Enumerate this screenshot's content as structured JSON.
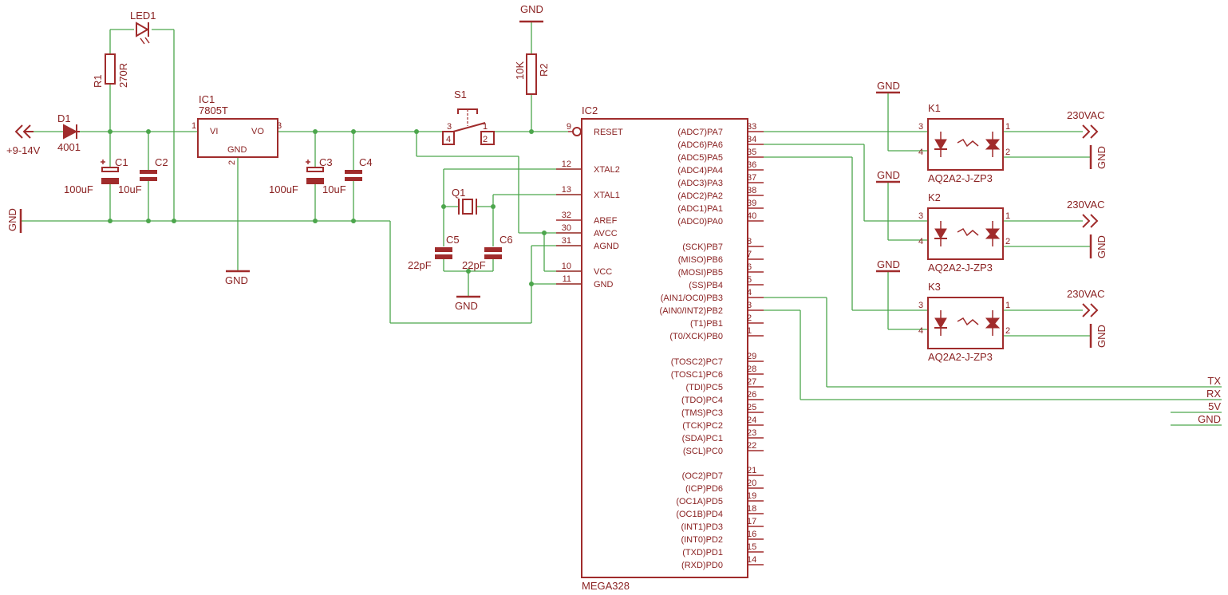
{
  "colors": {
    "wire": "#4ca64c",
    "part": "#a02c2c",
    "text": "#8a2222",
    "background": "#ffffff",
    "junction": "#4ca64c"
  },
  "power": {
    "input_label": "+9-14V",
    "gnd_left": "GND",
    "gnd_ic1": "GND",
    "gnd_top": "GND",
    "gnd_crystal": "GND",
    "gnd_k1": "GND",
    "gnd_k2": "GND",
    "gnd_k3": "GND",
    "gnd_k1_out": "GND",
    "gnd_k2_out": "GND",
    "gnd_k3_out": "GND",
    "ac_k1": "230VAC",
    "ac_k2": "230VAC",
    "ac_k3": "230VAC"
  },
  "parts": {
    "d1": {
      "name": "D1",
      "value": "4001"
    },
    "led1": {
      "name": "LED1"
    },
    "r1": {
      "name": "R1",
      "value": "270R"
    },
    "r2": {
      "name": "R2",
      "value": "10K"
    },
    "c1": {
      "name": "C1",
      "value": "100uF"
    },
    "c2": {
      "name": "C2",
      "value": "10uF"
    },
    "c3": {
      "name": "C3",
      "value": "100uF"
    },
    "c4": {
      "name": "C4",
      "value": "10uF"
    },
    "c5": {
      "name": "C5",
      "value": "22pF"
    },
    "c6": {
      "name": "C6",
      "value": "22pF"
    },
    "q1": {
      "name": "Q1"
    },
    "s1": {
      "name": "S1",
      "pins": [
        "3",
        "4",
        "1",
        "2"
      ]
    },
    "ic1": {
      "name": "IC1",
      "value": "7805T",
      "vi": "VI",
      "vo": "VO",
      "gnd": "GND",
      "pins": [
        "1",
        "3",
        "2"
      ]
    },
    "ic2": {
      "name": "IC2",
      "value": "MEGA328"
    },
    "k1": {
      "name": "K1",
      "value": "AQ2A2-J-ZP3"
    },
    "k2": {
      "name": "K2",
      "value": "AQ2A2-J-ZP3"
    },
    "k3": {
      "name": "K3",
      "value": "AQ2A2-J-ZP3"
    },
    "relay_pins": [
      "3",
      "4",
      "1",
      "2"
    ]
  },
  "ic2_left": [
    {
      "pin": "9",
      "name": "RESET"
    },
    {
      "pin": "12",
      "name": "XTAL2"
    },
    {
      "pin": "13",
      "name": "XTAL1"
    },
    {
      "pin": "32",
      "name": "AREF"
    },
    {
      "pin": "30",
      "name": "AVCC"
    },
    {
      "pin": "31",
      "name": "AGND"
    },
    {
      "pin": "10",
      "name": "VCC"
    },
    {
      "pin": "11",
      "name": "GND"
    }
  ],
  "ic2_right": [
    {
      "pin": "33",
      "name": "(ADC7)PA7"
    },
    {
      "pin": "34",
      "name": "(ADC6)PA6"
    },
    {
      "pin": "35",
      "name": "(ADC5)PA5"
    },
    {
      "pin": "36",
      "name": "(ADC4)PA4"
    },
    {
      "pin": "37",
      "name": "(ADC3)PA3"
    },
    {
      "pin": "38",
      "name": "(ADC2)PA2"
    },
    {
      "pin": "39",
      "name": "(ADC1)PA1"
    },
    {
      "pin": "40",
      "name": "(ADC0)PA0"
    },
    {
      "pin": "8",
      "name": "(SCK)PB7"
    },
    {
      "pin": "7",
      "name": "(MISO)PB6"
    },
    {
      "pin": "6",
      "name": "(MOSI)PB5"
    },
    {
      "pin": "5",
      "name": "(SS)PB4"
    },
    {
      "pin": "4",
      "name": "(AIN1/OC0)PB3"
    },
    {
      "pin": "3",
      "name": "(AIN0/INT2)PB2"
    },
    {
      "pin": "2",
      "name": "(T1)PB1"
    },
    {
      "pin": "1",
      "name": "(T0/XCK)PB0"
    },
    {
      "pin": "29",
      "name": "(TOSC2)PC7"
    },
    {
      "pin": "28",
      "name": "(TOSC1)PC6"
    },
    {
      "pin": "27",
      "name": "(TDI)PC5"
    },
    {
      "pin": "26",
      "name": "(TDO)PC4"
    },
    {
      "pin": "25",
      "name": "(TMS)PC3"
    },
    {
      "pin": "24",
      "name": "(TCK)PC2"
    },
    {
      "pin": "23",
      "name": "(SDA)PC1"
    },
    {
      "pin": "22",
      "name": "(SCL)PC0"
    },
    {
      "pin": "21",
      "name": "(OC2)PD7"
    },
    {
      "pin": "20",
      "name": "(ICP)PD6"
    },
    {
      "pin": "19",
      "name": "(OC1A)PD5"
    },
    {
      "pin": "18",
      "name": "(OC1B)PD4"
    },
    {
      "pin": "17",
      "name": "(INT1)PD3"
    },
    {
      "pin": "16",
      "name": "(INT0)PD2"
    },
    {
      "pin": "15",
      "name": "(TXD)PD1"
    },
    {
      "pin": "14",
      "name": "(RXD)PD0"
    }
  ],
  "signals": [
    "TX",
    "RX",
    "5V",
    "GND"
  ]
}
